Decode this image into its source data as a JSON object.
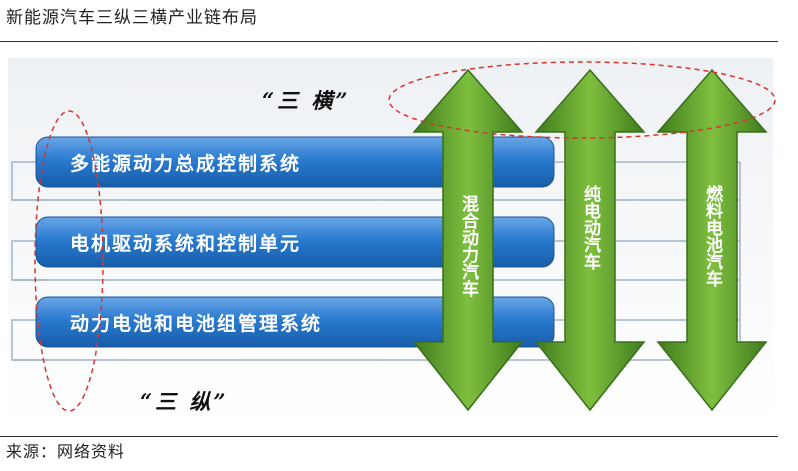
{
  "header": {
    "title": "新能源汽车三纵三横产业链布局"
  },
  "diagram": {
    "horizontal_label": "“三 横”",
    "vertical_label": "“三 纵”",
    "bars": [
      "多能源动力总成控制系统",
      "电机驱动系统和控制单元",
      "动力电池和电池组管理系统"
    ],
    "arrows": [
      "混合动力汽车",
      "纯电动汽车",
      "燃料电池汽车"
    ],
    "colors": {
      "bar_blue": "#1f6fc4",
      "arrow_green": "#5c9a2c",
      "ellipse_red": "#d9352f"
    }
  },
  "footer": {
    "source": "来源：网络资料"
  }
}
